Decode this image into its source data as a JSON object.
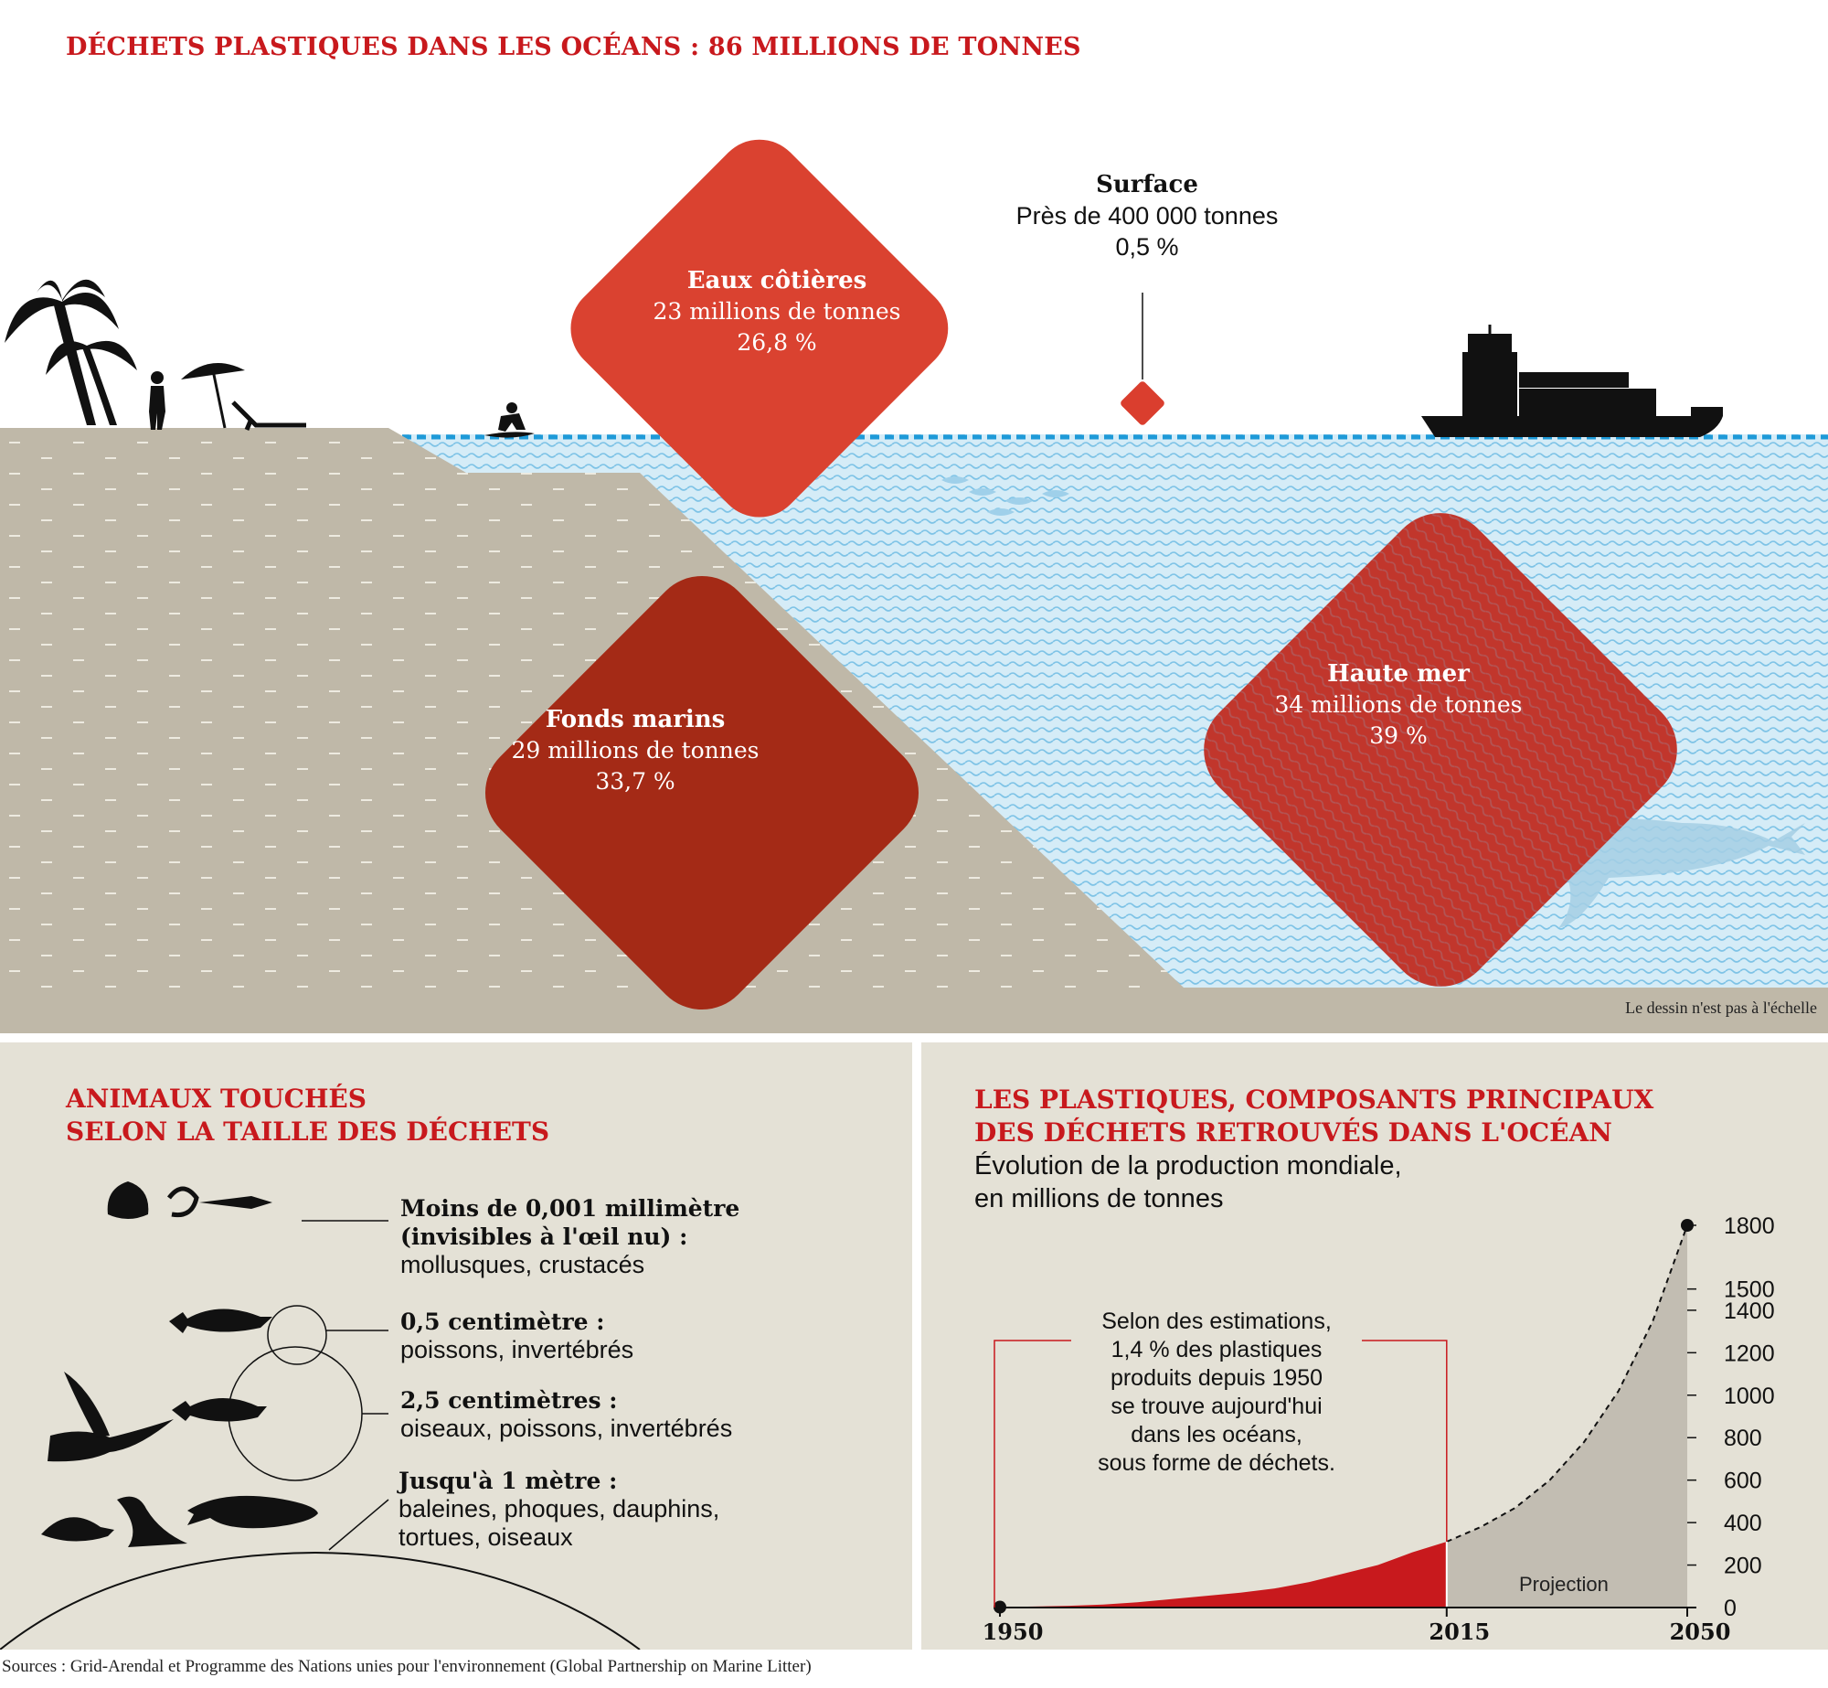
{
  "title": "DÉCHETS PLASTIQUES DANS LES OCÉANS : 86 MILLIONS DE TONNES",
  "zones": {
    "eaux": {
      "name": "Eaux côtières",
      "tonnes": "23 millions de tonnes",
      "percent": "26,8 %"
    },
    "fonds": {
      "name": "Fonds marins",
      "tonnes": "29 millions de tonnes",
      "percent": "33,7 %"
    },
    "haute": {
      "name": "Haute mer",
      "tonnes": "34 millions de tonnes",
      "percent": "39 %"
    },
    "surface": {
      "name": "Surface",
      "tonnes": "Près de 400 000 tonnes",
      "percent": "0,5 %"
    }
  },
  "scale_note": "Le dessin n'est pas à l'échelle",
  "animals": {
    "title_line1": "ANIMAUX TOUCHÉS",
    "title_line2": "SELON LA TAILLE DES DÉCHETS",
    "categories": [
      {
        "size": "Moins de 0,001 millimètre",
        "size2": "(invisibles à l'œil nu) :",
        "desc": "mollusques, crustacés"
      },
      {
        "size": "0,5 centimètre :",
        "desc": "poissons, invertébrés"
      },
      {
        "size": "2,5 centimètres :",
        "desc": "oiseaux, poissons, invertébrés"
      },
      {
        "size": "Jusqu'à 1 mètre :",
        "desc": "baleines, phoques, dauphins,",
        "desc2": "tortues, oiseaux"
      }
    ]
  },
  "production": {
    "title_line1": "LES PLASTIQUES, COMPOSANTS PRINCIPAUX",
    "title_line2": "DES DÉCHETS RETROUVÉS DANS L'OCÉAN",
    "subtitle_line1": "Évolution de la production mondiale,",
    "subtitle_line2": "en millions de tonnes",
    "note_lines": [
      "Selon des estimations,",
      "1,4 % des plastiques",
      "produits depuis 1950",
      "se trouve aujourd'hui",
      "dans les océans,",
      "sous forme de déchets."
    ],
    "projection_label": "Projection"
  },
  "chart_data": {
    "type": "area",
    "x": [
      1950,
      1955,
      1960,
      1965,
      1970,
      1975,
      1980,
      1985,
      1990,
      1995,
      2000,
      2005,
      2010,
      2015,
      2020,
      2025,
      2030,
      2035,
      2040,
      2045,
      2050
    ],
    "series": [
      {
        "values": [
          2,
          5,
          8,
          14,
          25,
          40,
          55,
          70,
          90,
          120,
          160,
          200,
          260,
          310,
          null,
          null,
          null,
          null,
          null,
          null,
          null
        ]
      },
      {
        "values": [
          null,
          null,
          null,
          null,
          null,
          null,
          null,
          null,
          null,
          null,
          null,
          null,
          null,
          310,
          380,
          470,
          600,
          780,
          1020,
          1350,
          1800
        ]
      }
    ],
    "xticks": [
      "1950",
      "2015",
      "2050"
    ],
    "yticks": [
      0,
      200,
      400,
      600,
      800,
      1000,
      1200,
      1400,
      1500,
      1800
    ],
    "ylim": [
      0,
      1800
    ],
    "xlim": [
      1950,
      2050
    ],
    "colors": {
      "historical": "#c8191d",
      "projection": "#c2bdb2"
    }
  },
  "sources": "Sources : Grid-Arendal et Programme des Nations unies pour l'environnement (Global Partnership on Marine Litter)"
}
